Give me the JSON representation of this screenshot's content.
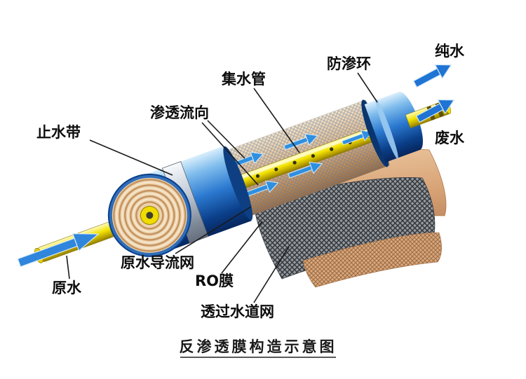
{
  "caption": "反渗透膜构造示意图",
  "labels": {
    "water_stop_band": "止水带",
    "raw_water": "原水",
    "permeate_flow": "渗透流向",
    "collector_pipe": "集水管",
    "anti_seep_ring": "防渗环",
    "pure_water": "纯水",
    "waste_water": "废水",
    "feed_spacer_mesh": "原水导流网",
    "ro_membrane": "RO膜",
    "permeate_channel_mesh": "透过水道网"
  },
  "colors": {
    "shell_blue": "#1a64c0",
    "pipe_yellow": "#f2e200",
    "membrane_tan": "#d9a878",
    "mesh_dark": "#55595e",
    "arrow_blue": "#2f86dc",
    "label_text": "#111111"
  }
}
